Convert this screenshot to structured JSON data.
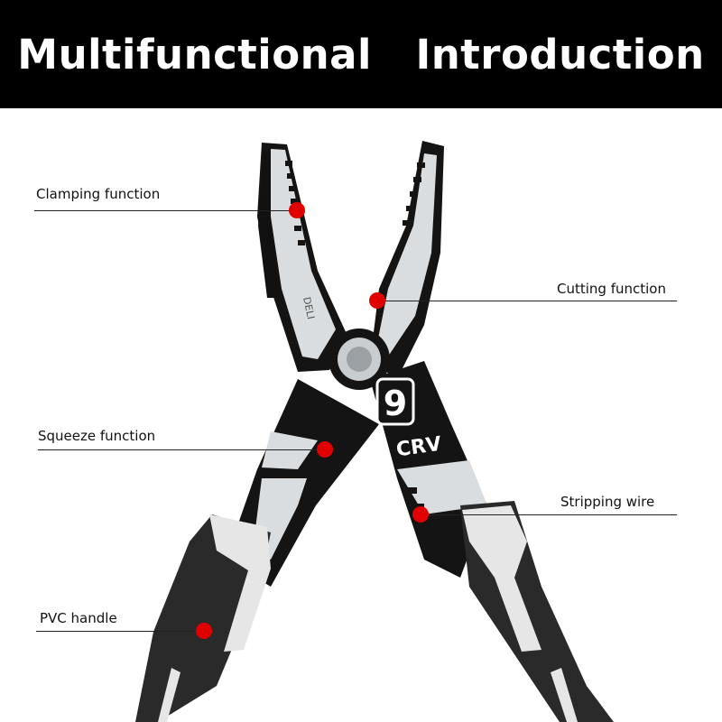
{
  "header": {
    "title": "Multifunctional   Introduction"
  },
  "colors": {
    "header_bg": "#000000",
    "callout_dot": "#e00000",
    "handle": "#2a2a2a",
    "handle_accent": "#e6e6e6",
    "steel": "#d9dde0"
  },
  "product": {
    "size_mark": "9",
    "material_mark": "CRV",
    "brand_stamp": "DELI"
  },
  "callouts": {
    "clamping": "Clamping function",
    "cutting": "Cutting function",
    "squeeze": "Squeeze function",
    "stripping": "Stripping wire",
    "handle": "PVC handle"
  }
}
